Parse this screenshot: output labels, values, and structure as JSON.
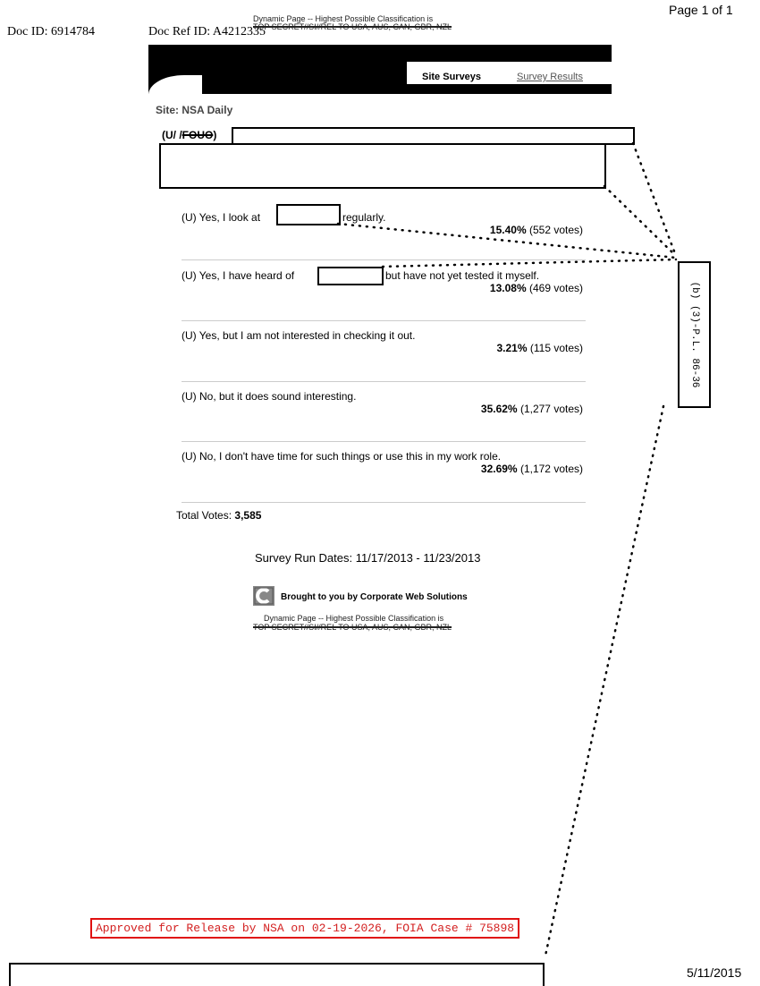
{
  "header": {
    "page_number": "Page 1 of 1",
    "doc_id": "Doc ID: 6914784",
    "doc_ref_id": "Doc Ref ID: A4212335",
    "classification_top_line1": "Dynamic Page -- Highest Possible Classification is",
    "classification_top_line2": "TOP SECRET//SI//REL TO USA, AUS, CAN, GBR, NZL"
  },
  "nav": {
    "tabs": [
      {
        "label": "Site Surveys"
      },
      {
        "label": "Survey Results"
      }
    ]
  },
  "site": {
    "label": "Site: NSA Daily"
  },
  "question": {
    "marking_prefix": "(U/ /",
    "marking_struck": "FOUO",
    "marking_suffix": ")"
  },
  "answers": [
    {
      "text_before": "(U) Yes, I look at",
      "text_after": "regularly.",
      "percent": "15.40%",
      "votes": "(552 votes)"
    },
    {
      "text_before": "(U) Yes, I have heard of",
      "text_after": "but have not yet tested it myself.",
      "percent": "13.08%",
      "votes": "(469 votes)"
    },
    {
      "text_before": "(U) Yes, but I am not interested in checking it out.",
      "text_after": "",
      "percent": "3.21%",
      "votes": "(115 votes)"
    },
    {
      "text_before": "(U) No, but it does sound interesting.",
      "text_after": "",
      "percent": "35.62%",
      "votes": "(1,277 votes)"
    },
    {
      "text_before": "(U) No, I don't have time for such things or use this in my work role.",
      "text_after": "",
      "percent": "32.69%",
      "votes": "(1,172 votes)"
    }
  ],
  "totals": {
    "label": "Total Votes:",
    "value": "3,585"
  },
  "run_dates": "Survey Run Dates: 11/17/2013 - 11/23/2013",
  "footer": {
    "brought_by": "Brought to you by Corporate Web Solutions",
    "classification_line1": "Dynamic Page -- Highest Possible Classification is",
    "classification_line2": "TOP SECRET//SI//REL TO USA, AUS, CAN, GBR, NZL"
  },
  "exemption": "(b) (3)-P.L. 86-36",
  "approval": "Approved for Release by NSA on 02-19-2026, FOIA Case # 75898",
  "print_date": "5/11/2015"
}
